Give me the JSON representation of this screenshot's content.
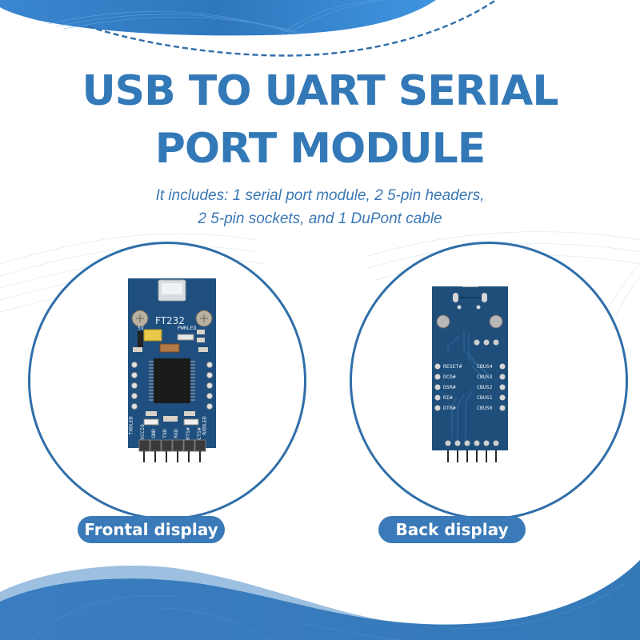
{
  "header": {
    "title_line1": "USB TO UART SERIAL",
    "title_line2": "PORT MODULE",
    "subtitle_line1": "It includes: 1 serial port module, 2 5-pin headers,",
    "subtitle_line2": "2 5-pin sockets, and 1 DuPont cable"
  },
  "front": {
    "label": "Frontal display",
    "chip_label": "FT232",
    "top_labels": [
      "5V",
      "PWRLED"
    ],
    "side_labels": [
      "TXDLED",
      "RXDLED"
    ],
    "pin_labels": [
      "VCCIO",
      "GND",
      "TXD",
      "RXD",
      "RTS#",
      "CTS#"
    ]
  },
  "back": {
    "label": "Back display",
    "left_labels": [
      "RESET#",
      "DCD#",
      "DSR#",
      "RI#",
      "DTR#"
    ],
    "right_labels": [
      "CBUS4",
      "CBUS3",
      "CBUS2",
      "CBUS1",
      "CBUS0"
    ]
  },
  "colors": {
    "brand_blue": "#3379b8",
    "circle_border": "#2f6ea9",
    "pill_bg": "#3a7ab8",
    "pcb_blue": "#1d4d7a",
    "wave_light": "#9dbfe0"
  }
}
